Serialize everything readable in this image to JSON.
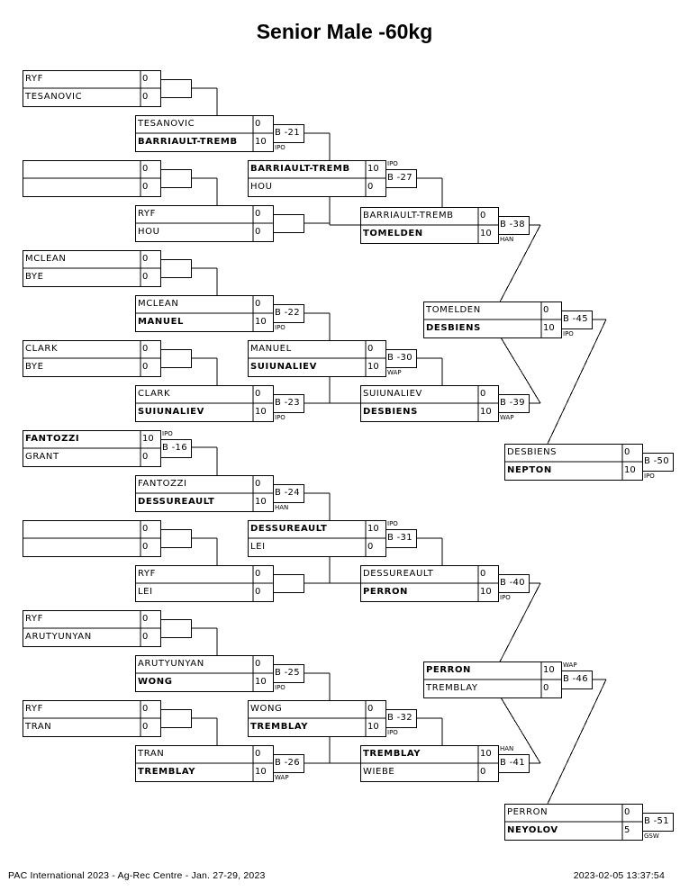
{
  "title": "Senior Male -60kg",
  "footer": {
    "left": "PAC International 2023 - Ag-Rec Centre - Jan. 27-29, 2023",
    "right": "2023-02-05 13:37:54"
  },
  "matches": [
    {
      "id": "r1-1",
      "top": "RYF",
      "top_score": "0",
      "bottom": "TESANOVIC",
      "bottom_score": "0",
      "bout": "",
      "result": "",
      "winner": ""
    },
    {
      "id": "r1-2",
      "top": "",
      "top_score": "0",
      "bottom": "",
      "bottom_score": "0",
      "bout": "",
      "result": "",
      "winner": ""
    },
    {
      "id": "r1-3",
      "top": "MCLEAN",
      "top_score": "0",
      "bottom": "BYE",
      "bottom_score": "0",
      "bout": "",
      "result": "",
      "winner": ""
    },
    {
      "id": "r1-4",
      "top": "CLARK",
      "top_score": "0",
      "bottom": "BYE",
      "bottom_score": "0",
      "bout": "",
      "result": "",
      "winner": ""
    },
    {
      "id": "r1-5",
      "top": "FANTOZZI",
      "top_score": "10",
      "bottom": "GRANT",
      "bottom_score": "0",
      "bout": "B -16",
      "result": "IPO",
      "winner": "top"
    },
    {
      "id": "r1-6",
      "top": "",
      "top_score": "0",
      "bottom": "",
      "bottom_score": "0",
      "bout": "",
      "result": "",
      "winner": ""
    },
    {
      "id": "r1-7",
      "top": "RYF",
      "top_score": "0",
      "bottom": "ARUTYUNYAN",
      "bottom_score": "0",
      "bout": "",
      "result": "",
      "winner": ""
    },
    {
      "id": "r1-8",
      "top": "RYF",
      "top_score": "0",
      "bottom": "TRAN",
      "bottom_score": "0",
      "bout": "",
      "result": "",
      "winner": ""
    },
    {
      "id": "r2-1",
      "top": "TESANOVIC",
      "top_score": "0",
      "bottom": "BARRIAULT-TREMB",
      "bottom_score": "10",
      "bout": "B -21",
      "result": "IPO",
      "winner": "bottom"
    },
    {
      "id": "r2-2",
      "top": "RYF",
      "top_score": "0",
      "bottom": "HOU",
      "bottom_score": "0",
      "bout": "",
      "result": "",
      "winner": ""
    },
    {
      "id": "r2-3",
      "top": "MCLEAN",
      "top_score": "0",
      "bottom": "MANUEL",
      "bottom_score": "10",
      "bout": "B -22",
      "result": "IPO",
      "winner": "bottom"
    },
    {
      "id": "r2-4",
      "top": "CLARK",
      "top_score": "0",
      "bottom": "SUIUNALIEV",
      "bottom_score": "10",
      "bout": "B -23",
      "result": "IPO",
      "winner": "bottom"
    },
    {
      "id": "r2-5",
      "top": "FANTOZZI",
      "top_score": "0",
      "bottom": "DESSUREAULT",
      "bottom_score": "10",
      "bout": "B -24",
      "result": "HAN",
      "winner": "bottom"
    },
    {
      "id": "r2-6",
      "top": "RYF",
      "top_score": "0",
      "bottom": "LEI",
      "bottom_score": "0",
      "bout": "",
      "result": "",
      "winner": ""
    },
    {
      "id": "r2-7",
      "top": "ARUTYUNYAN",
      "top_score": "0",
      "bottom": "WONG",
      "bottom_score": "10",
      "bout": "B -25",
      "result": "IPO",
      "winner": "bottom"
    },
    {
      "id": "r2-8",
      "top": "TRAN",
      "top_score": "0",
      "bottom": "TREMBLAY",
      "bottom_score": "10",
      "bout": "B -26",
      "result": "WAP",
      "winner": "bottom"
    },
    {
      "id": "r3-1",
      "top": "BARRIAULT-TREMB",
      "top_score": "10",
      "bottom": "HOU",
      "bottom_score": "0",
      "bout": "B -27",
      "result": "IPO",
      "winner": "top"
    },
    {
      "id": "r3-2",
      "top": "MANUEL",
      "top_score": "0",
      "bottom": "SUIUNALIEV",
      "bottom_score": "10",
      "bout": "B -30",
      "result": "WAP",
      "winner": "bottom"
    },
    {
      "id": "r3-3",
      "top": "DESSUREAULT",
      "top_score": "10",
      "bottom": "LEI",
      "bottom_score": "0",
      "bout": "B -31",
      "result": "IPO",
      "winner": "top"
    },
    {
      "id": "r3-4",
      "top": "WONG",
      "top_score": "0",
      "bottom": "TREMBLAY",
      "bottom_score": "10",
      "bout": "B -32",
      "result": "IPO",
      "winner": "bottom"
    },
    {
      "id": "r4-1",
      "top": "BARRIAULT-TREMB",
      "top_score": "0",
      "bottom": "TOMELDEN",
      "bottom_score": "10",
      "bout": "B -38",
      "result": "HAN",
      "winner": "bottom"
    },
    {
      "id": "r4-2",
      "top": "SUIUNALIEV",
      "top_score": "0",
      "bottom": "DESBIENS",
      "bottom_score": "10",
      "bout": "B -39",
      "result": "WAP",
      "winner": "bottom"
    },
    {
      "id": "r4-3",
      "top": "DESSUREAULT",
      "top_score": "0",
      "bottom": "PERRON",
      "bottom_score": "10",
      "bout": "B -40",
      "result": "IPO",
      "winner": "bottom"
    },
    {
      "id": "r4-4",
      "top": "TREMBLAY",
      "top_score": "10",
      "bottom": "WIEBE",
      "bottom_score": "0",
      "bout": "B -41",
      "result": "HAN",
      "winner": "top"
    },
    {
      "id": "r5-1",
      "top": "TOMELDEN",
      "top_score": "0",
      "bottom": "DESBIENS",
      "bottom_score": "10",
      "bout": "B -45",
      "result": "IPO",
      "winner": "bottom"
    },
    {
      "id": "r5-2",
      "top": "PERRON",
      "top_score": "10",
      "bottom": "TREMBLAY",
      "bottom_score": "0",
      "bout": "B -46",
      "result": "WAP",
      "winner": "top"
    },
    {
      "id": "r6-1",
      "top": "DESBIENS",
      "top_score": "0",
      "bottom": "NEPTON",
      "bottom_score": "10",
      "bout": "B -50",
      "result": "IPO",
      "winner": "bottom"
    },
    {
      "id": "r6-2",
      "top": "PERRON",
      "top_score": "0",
      "bottom": "NEYOLOV",
      "bottom_score": "5",
      "bout": "B -51",
      "result": "GSW",
      "winner": "bottom"
    }
  ]
}
